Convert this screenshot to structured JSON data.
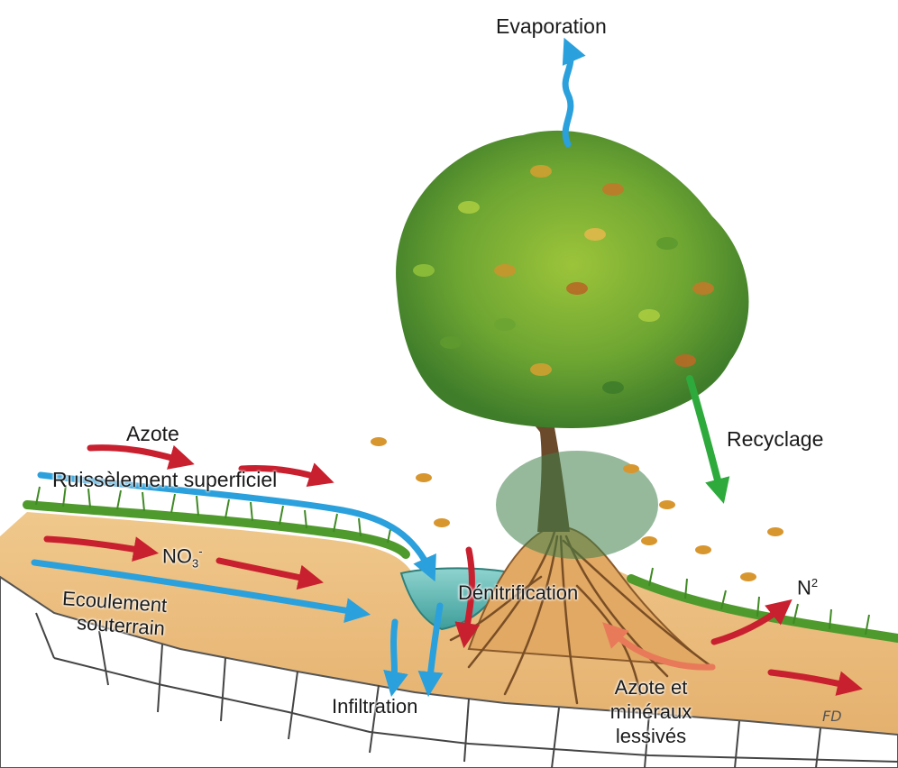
{
  "labels": {
    "evaporation": "Evaporation",
    "recyclage": "Recyclage",
    "azote": "Azote",
    "ruissellement": "Ruissèlement superficiel",
    "no3_base": "NO",
    "no3_sub": "3",
    "no3_sup": "-",
    "ecoulement_line1": "Ecoulement",
    "ecoulement_line2": "souterrain",
    "denitrification": "Dénitrification",
    "infiltration": "Infiltration",
    "n2_base": "N",
    "n2_sup": "2",
    "azote_mineraux_line1": "Azote et",
    "azote_mineraux_line2": "minéraux",
    "azote_mineraux_line3": "lessivés"
  },
  "colors": {
    "water_arrow": "#2aa0dc",
    "nitrogen_arrow": "#c8202e",
    "recycling_arrow": "#2eaa3c",
    "leached_arrow": "#e87a5a",
    "soil": "#e8b978",
    "grass": "#4f9a2c",
    "foliage": "#7fb23a",
    "trunk": "#6b4a2b",
    "stone": "#ffffff"
  },
  "icons": {
    "tree": "tree-illustration",
    "soil": "soil-layer",
    "pond": "pond"
  }
}
